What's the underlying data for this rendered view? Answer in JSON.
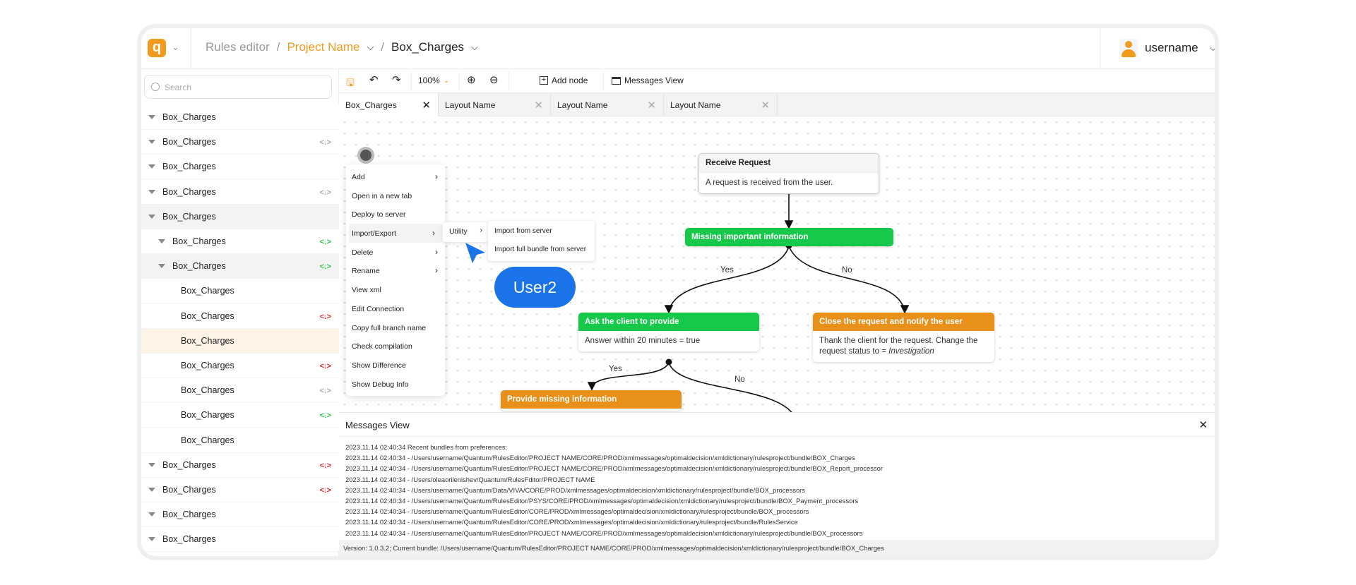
{
  "header": {
    "logo": "q",
    "breadcrumb": {
      "root": "Rules editor",
      "separator": "/",
      "project": "Project Name",
      "bundle": "Box_Charges"
    },
    "username": "username"
  },
  "colors": {
    "accent": "#F29A1E",
    "green": "#16C94A",
    "orange_node": "#E8901A",
    "cursor_blue": "#1A73E8",
    "sync_ok": "#2DBE4E",
    "sync_err": "#E0262B",
    "sync_none": "#AAAAAA"
  },
  "sidebar": {
    "search_placeholder": "Search",
    "items": [
      {
        "label": "Box_Charges",
        "level": 0,
        "status": "none"
      },
      {
        "label": "Box_Charges",
        "level": 0,
        "status": "gray"
      },
      {
        "label": "Box_Charges",
        "level": 0,
        "status": "none"
      },
      {
        "label": "Box_Charges",
        "level": 0,
        "status": "gray"
      },
      {
        "label": "Box_Charges",
        "level": 0,
        "status": "none",
        "selected": true
      },
      {
        "label": "Box_Charges",
        "level": 1,
        "status": "green"
      },
      {
        "label": "Box_Charges",
        "level": 1,
        "status": "green",
        "selected": true
      },
      {
        "label": "Box_Charges",
        "level": 2,
        "status": "none"
      },
      {
        "label": "Box_Charges",
        "level": 2,
        "status": "red"
      },
      {
        "label": "Box_Charges",
        "level": 2,
        "status": "none",
        "highlighted": true
      },
      {
        "label": "Box_Charges",
        "level": 2,
        "status": "red"
      },
      {
        "label": "Box_Charges",
        "level": 2,
        "status": "gray"
      },
      {
        "label": "Box_Charges",
        "level": 2,
        "status": "green"
      },
      {
        "label": "Box_Charges",
        "level": 2,
        "status": "none"
      },
      {
        "label": "Box_Charges",
        "level": 0,
        "status": "red"
      },
      {
        "label": "Box_Charges",
        "level": 0,
        "status": "red"
      },
      {
        "label": "Box_Charges",
        "level": 0,
        "status": "none"
      },
      {
        "label": "Box_Charges",
        "level": 0,
        "status": "none"
      }
    ]
  },
  "context_menu": {
    "items": [
      {
        "label": "Add",
        "submenu": true
      },
      {
        "label": "Open in a new tab"
      },
      {
        "label": "Deploy to server"
      },
      {
        "label": "Import/Export",
        "submenu": true,
        "active": true
      },
      {
        "label": "Delete",
        "submenu": true
      },
      {
        "label": "Rename",
        "submenu": true
      },
      {
        "label": "View xml"
      },
      {
        "label": "Edit Connection"
      },
      {
        "label": "Copy full branch name"
      },
      {
        "label": "Check compilation"
      },
      {
        "label": "Show Difference"
      },
      {
        "label": "Show Debug Info"
      }
    ],
    "submenu": {
      "label": "Utility"
    },
    "submenu2": [
      "Import from server",
      "Import full bundle from server"
    ]
  },
  "cursor": {
    "user": "User2"
  },
  "toolbar": {
    "zoom": "100%",
    "add_node": "Add node",
    "messages_view": "Messages View"
  },
  "tabs": [
    {
      "label": "Box_Charges",
      "active": true
    },
    {
      "label": "Layout Name"
    },
    {
      "label": "Layout Name"
    },
    {
      "label": "Layout Name"
    }
  ],
  "flow": {
    "nodes": [
      {
        "title": "Receive Request",
        "body": "A request is received from the user.",
        "color": "gray"
      },
      {
        "title": "Missing important information",
        "color": "green"
      },
      {
        "title": "Ask the client to provide",
        "body": "Answer within 20 minutes = true",
        "color": "green"
      },
      {
        "title": "Close the request and notify the user",
        "body": "Thank the client for the request. Change the request status to = ",
        "body_em": "Investigation",
        "color": "orange"
      },
      {
        "title": "Provide missing information",
        "color": "orange"
      }
    ],
    "edge_labels": {
      "yes": "Yes",
      "no": "No"
    }
  },
  "messages": {
    "title": "Messages View",
    "lines": [
      "2023.11.14 02:40:34 Recent bundles from preferences:",
      "2023.11.14 02:40:34 - /Users/username/Quantum/RulesEditor/PROJECT NAME/CORE/PROD/xmlmessages/optimaldecision/xmldictionary/rulesproject/bundle/BOX_Charges",
      "2023.11.14 02:40:34 - /Users/username/Quantum/RulesEditor/PROJECT NAME/CORE/PROD/xmlmessages/optimaldecision/xmldictionary/rulesproject/bundle/BOX_Report_processor",
      "2023.11.14 02:40:34 - /Users/oleaorilenishev/Quantum/RulesFditor/PROJECT NAME",
      "2023.11.14 02:40:34 - /Users/username/Quantum/Data/VIVA/CORE/PROD/xmlmessages/optimaldecision/xmldictionary/rulesproject/bundle/BOX_processors",
      "2023.11.14 02:40:34 - /Users/username/Quantum/RulesEditor/PSYS/CORE/PROD/xmlmessages/optimaldecision/xmldictionary/rulesproject/bundle/BOX_Payment_processors",
      "2023.11.14 02:40:34 - /Users/username/Quantum/RulesEditor/CORE/PROD/xmlmessages/optimaldecision/xmldictionary/rulesproject/bundle/BOX_processors",
      "2023.11.14 02:40:34 - /Users/username/Quantum/RulesEditor/CORE/PROD/xmlmessages/optimaldecision/xmldictionary/rulesproject/bundle/RulesService",
      "2023.11.14 02:40:34 - /Users/username/Quantum/RulesEditor/PROJECT NAME/CORE/PROD/xmlmessages/optimaldecision/xmldictionary/rulesproject/bundle/BOX_processors"
    ]
  },
  "footer": "Version: 1.0.3.2; Current bundle:  /Users/username/Quantum/RulesEditor/PROJECT NAME/CORE/PROD/xmlmessages/optimaldecision/xmldictionary/rulesproject/bundle/BOX_Charges"
}
